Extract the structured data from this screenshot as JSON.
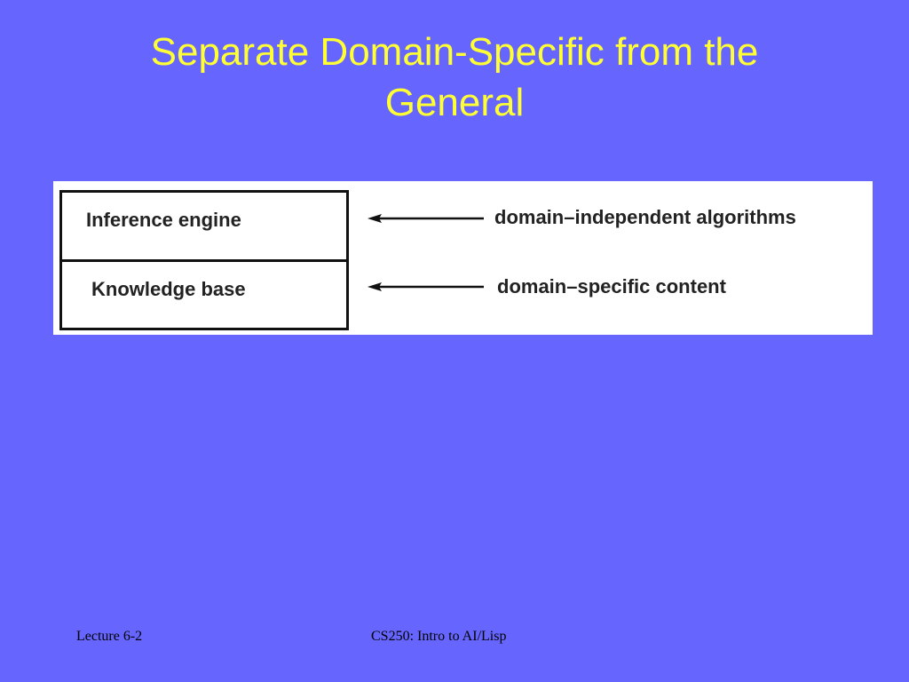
{
  "slide": {
    "title_line1": "Separate Domain-Specific from the",
    "title_line2": "General",
    "colors": {
      "background": "#6666ff",
      "title": "#ffff33"
    }
  },
  "figure": {
    "box_top_label": "Inference engine",
    "box_bottom_label": "Knowledge base",
    "annotation_top": "domain–independent algorithms",
    "annotation_bottom": "domain–specific content"
  },
  "footer": {
    "left": "Lecture 6-2",
    "center": "CS250: Intro to AI/Lisp"
  }
}
